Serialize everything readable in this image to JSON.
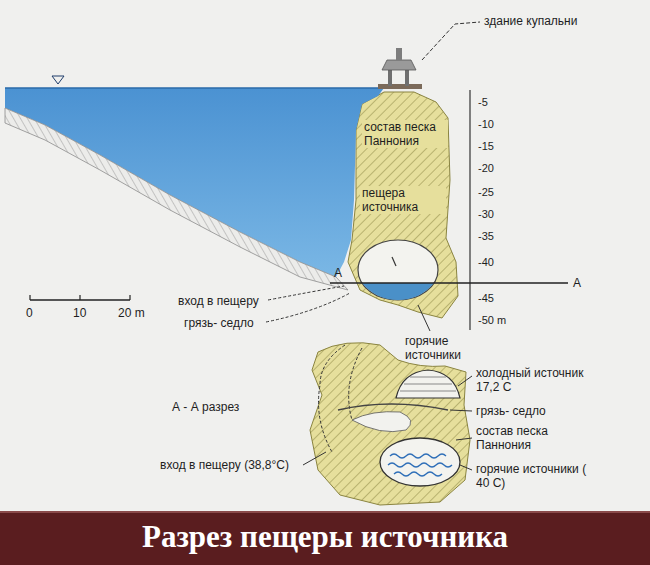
{
  "diagram": {
    "title": "Разрез пещеры источника",
    "labels": [
      "здание купальни",
      "-5",
      "-10",
      "-15",
      "-20",
      "-25",
      "-30",
      "-35",
      "-40",
      "-45",
      "-50 m",
      "состав песка Паннония",
      "пещера источника",
      "A",
      "A",
      "0",
      "10",
      "20 m",
      "вход в пещеру",
      "грязь- седло",
      "горячие источники",
      "холодный источник 17,2 С",
      "А - А разрез",
      "грязь- седло",
      "состав песка Паннония",
      "вход в пещеру (38,8°С)",
      "горячие источники ( 40 С)"
    ]
  }
}
